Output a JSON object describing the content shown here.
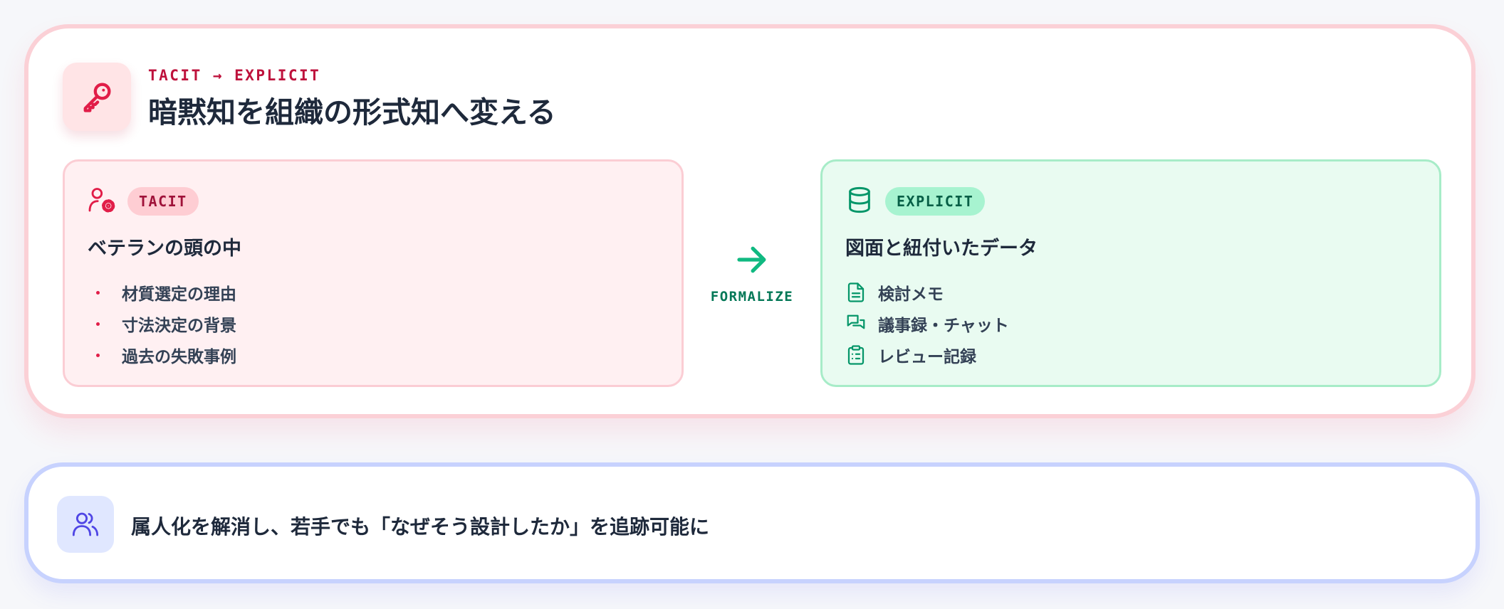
{
  "header": {
    "eyebrow": "TACIT → EXPLICIT",
    "title": "暗黙知を組織の形式知へ変える",
    "icon": "key-icon"
  },
  "tacit": {
    "badge": "TACIT",
    "icon": "user-gear-icon",
    "title": "ベテランの頭の中",
    "items": [
      "材質選定の理由",
      "寸法決定の背景",
      "過去の失敗事例"
    ]
  },
  "connector": {
    "label": "FORMALIZE",
    "icon": "arrow-right-icon"
  },
  "explicit": {
    "badge": "EXPLICIT",
    "icon": "database-icon",
    "title": "図面と紐付いたデータ",
    "items": [
      {
        "label": "検討メモ",
        "icon": "document-icon"
      },
      {
        "label": "議事録・チャット",
        "icon": "chat-bubbles-icon"
      },
      {
        "label": "レビュー記録",
        "icon": "clipboard-list-icon"
      }
    ]
  },
  "footer": {
    "text": "属人化を解消し、若手でも「なぜそう設計したか」を追跡可能に",
    "icon": "users-icon"
  },
  "colors": {
    "tacit_accent": "#e11d48",
    "explicit_accent": "#10b981",
    "footer_accent": "#4f46e5",
    "text_dark": "#1e293b"
  }
}
